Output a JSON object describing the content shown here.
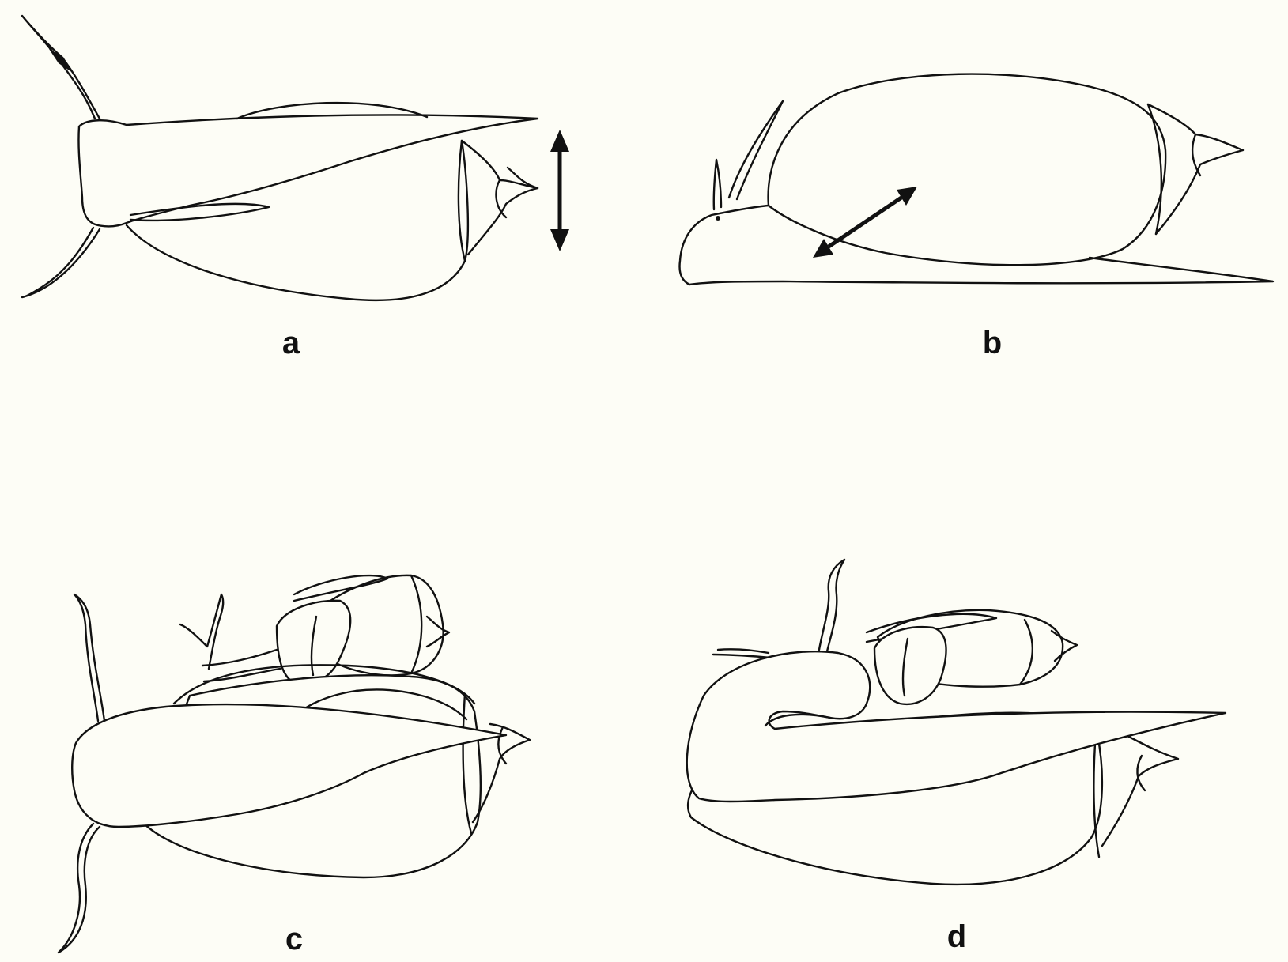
{
  "figure": {
    "panels": [
      {
        "id": "a",
        "label": "a"
      },
      {
        "id": "b",
        "label": "b"
      },
      {
        "id": "c",
        "label": "c"
      },
      {
        "id": "d",
        "label": "d"
      }
    ]
  },
  "colors": {
    "background": "#fdfdf6",
    "ink": "#111111"
  }
}
